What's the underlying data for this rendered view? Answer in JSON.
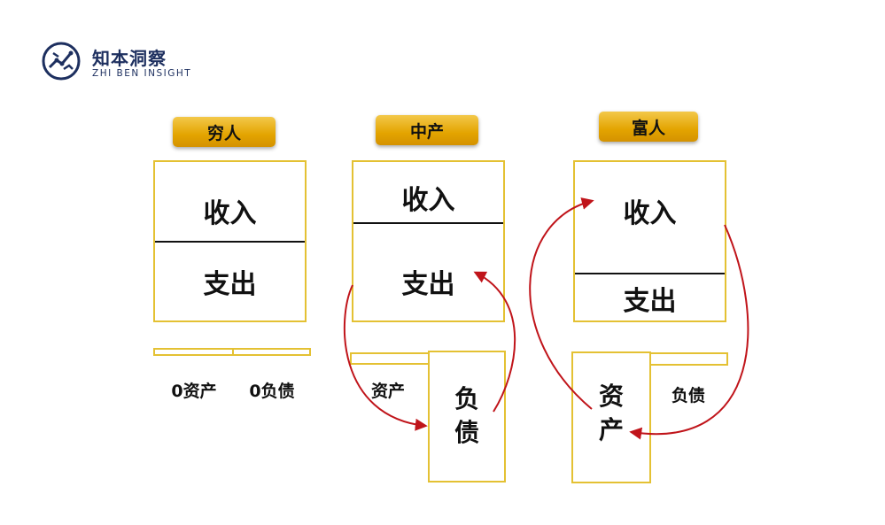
{
  "logo": {
    "cn": "知本洞察",
    "en": "ZHI BEN INSIGHT",
    "icon": "globe-circuit-icon"
  },
  "poor": {
    "title": "穷人",
    "income": "收入",
    "expense": "支出",
    "assets": "0资产",
    "liabilities": "0负债"
  },
  "middle": {
    "title": "中产",
    "income": "收入",
    "expense": "支出",
    "assets": "资产",
    "liab_line1": "负",
    "liab_line2": "债"
  },
  "rich": {
    "title": "富人",
    "income": "收入",
    "expense": "支出",
    "asset_line1": "资",
    "asset_line2": "产",
    "liabilities": "负债"
  },
  "colors": {
    "badge": "#e3a400",
    "box_border": "#e4c133",
    "arrow": "#c0141a",
    "logo": "#1d2f5f"
  }
}
